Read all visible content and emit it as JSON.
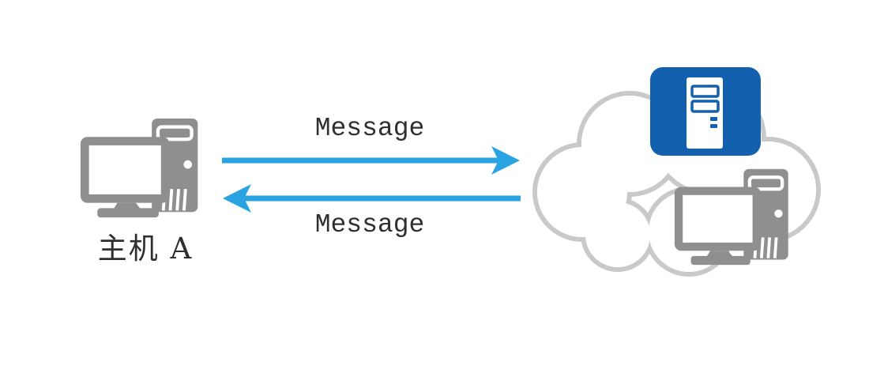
{
  "host_a": {
    "label": "主机 A",
    "icon": "desktop-computer-icon"
  },
  "arrows": [
    {
      "label": "Message",
      "direction": "right"
    },
    {
      "label": "Message",
      "direction": "left"
    }
  ],
  "cloud": {
    "icon": "cloud-icon",
    "nodes": [
      {
        "icon": "server-icon"
      },
      {
        "icon": "desktop-computer-icon"
      }
    ]
  },
  "colors": {
    "arrow_blue": "#29a3e2",
    "computer_gray": "#8f8f8f",
    "cloud_outline": "#c9c9c9",
    "server_blue": "#1361ae",
    "label_text": "#2f2f2f",
    "background": "#ffffff"
  }
}
